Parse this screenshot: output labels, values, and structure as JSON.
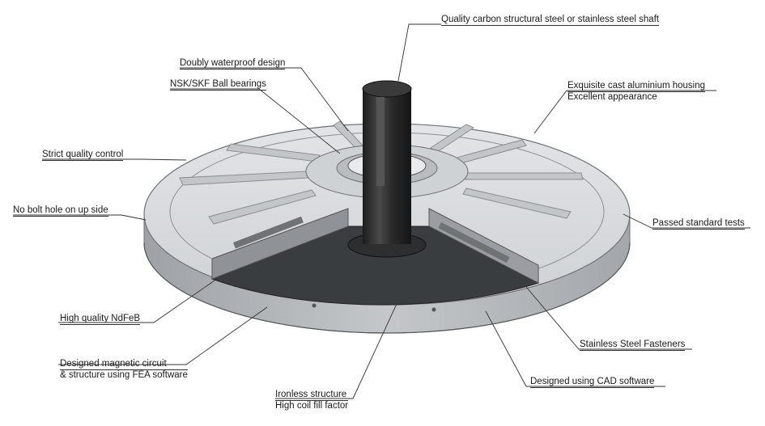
{
  "labels": {
    "shaft": "Quality carbon structural steel or stainless steel shaft",
    "waterproof": "Doubly waterproof design",
    "bearings": "NSK/SKF Ball bearings",
    "housing_1": "Exquisite cast aluminium housing",
    "housing_2": "Excellent appearance",
    "quality": "Strict quality control",
    "bolt": "No bolt hole on up side",
    "passed": "Passed standard tests",
    "ndfeb": "High quality NdFeB",
    "magnetic_1": "Designed magnetic circuit",
    "magnetic_2": "& structure using FEA software",
    "fasteners": "Stainless Steel Fasteners",
    "cad": "Designed using CAD software",
    "ironless_1": "Ironless structure",
    "ironless_2": "High coil fill factor"
  },
  "colors": {
    "housing_top": "#d8dadc",
    "housing_side": "#a9adb1",
    "shaft": "#2b2b2b",
    "cutaway": "#3a3d3f",
    "leader": "#333333"
  }
}
